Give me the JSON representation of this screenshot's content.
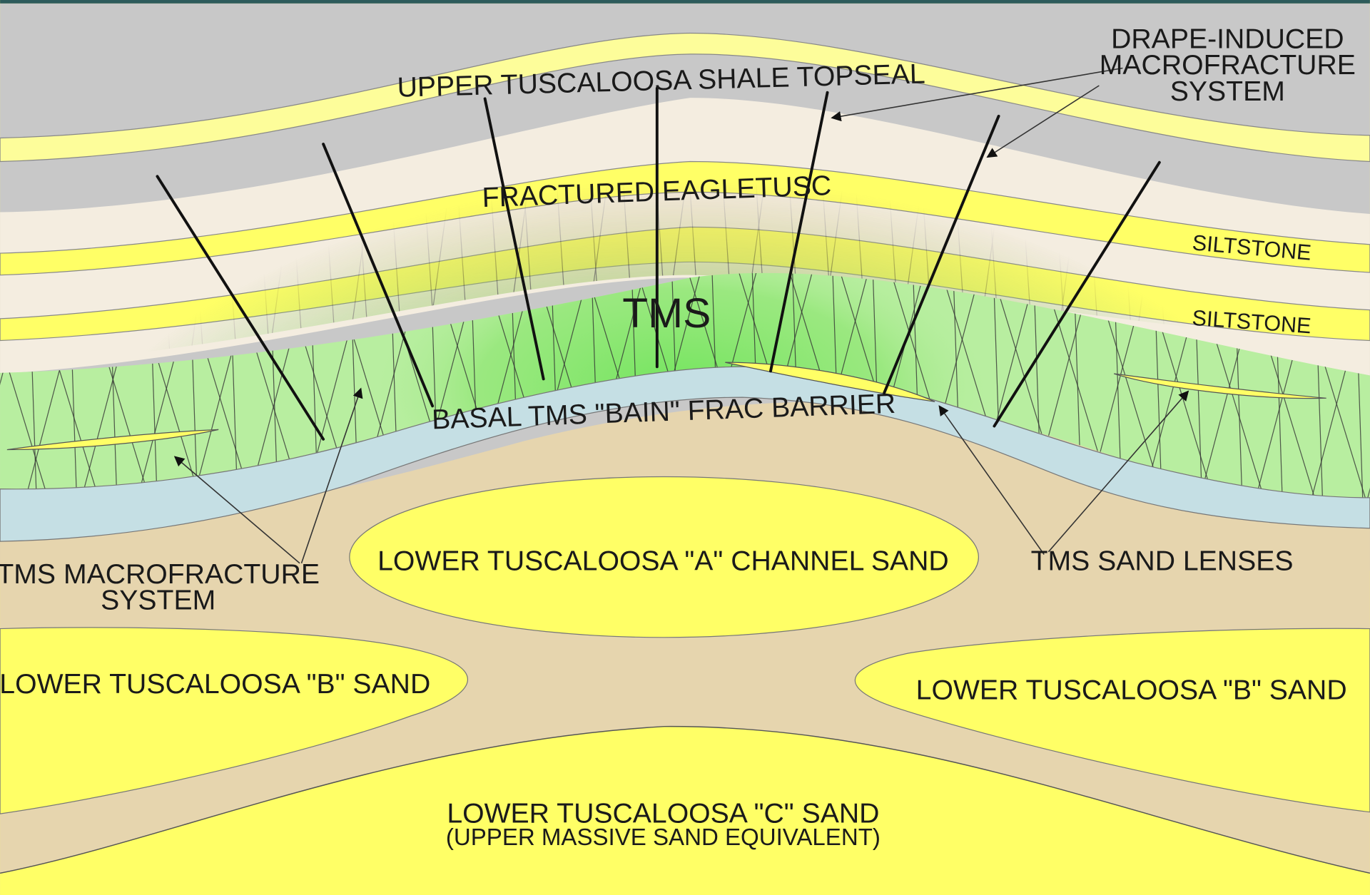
{
  "labels": {
    "topseal": "UPPER TUSCALOOSA SHALE TOPSEAL",
    "drape_line1": "DRAPE-INDUCED",
    "drape_line2": "MACROFRACTURE",
    "drape_line3": "SYSTEM",
    "eagletusc": "FRACTURED EAGLETUSC",
    "siltstone_upper": "SILTSTONE",
    "siltstone_lower": "SILTSTONE",
    "tms": "TMS",
    "frac_barrier": "BASAL TMS \"BAIN\" FRAC BARRIER",
    "tms_macro_line1": "TMS MACROFRACTURE",
    "tms_macro_line2": "SYSTEM",
    "channel_sand_a": "LOWER TUSCALOOSA \"A\" CHANNEL SAND",
    "sand_lenses": "TMS SAND LENSES",
    "b_sand_left": "LOWER TUSCALOOSA \"B\" SAND",
    "b_sand_right": "LOWER TUSCALOOSA \"B\" SAND",
    "c_sand_line1": "LOWER TUSCALOOSA \"C\" SAND",
    "c_sand_line2": "(UPPER MASSIVE SAND EQUIVALENT)"
  },
  "colors": {
    "shale": "#c8c8c8",
    "sand": "#ffff66",
    "pale_sand": "#fdfd9a",
    "siltstone_bed": "#f4ede0",
    "tms": "#b8eea0",
    "tms_core": "#6fe45a",
    "frac_barrier": "#c5dfe4",
    "lower_shale": "#e6d5ae",
    "eagletusc_red": "#e57a80",
    "frame_top": "#2e5c5c"
  }
}
